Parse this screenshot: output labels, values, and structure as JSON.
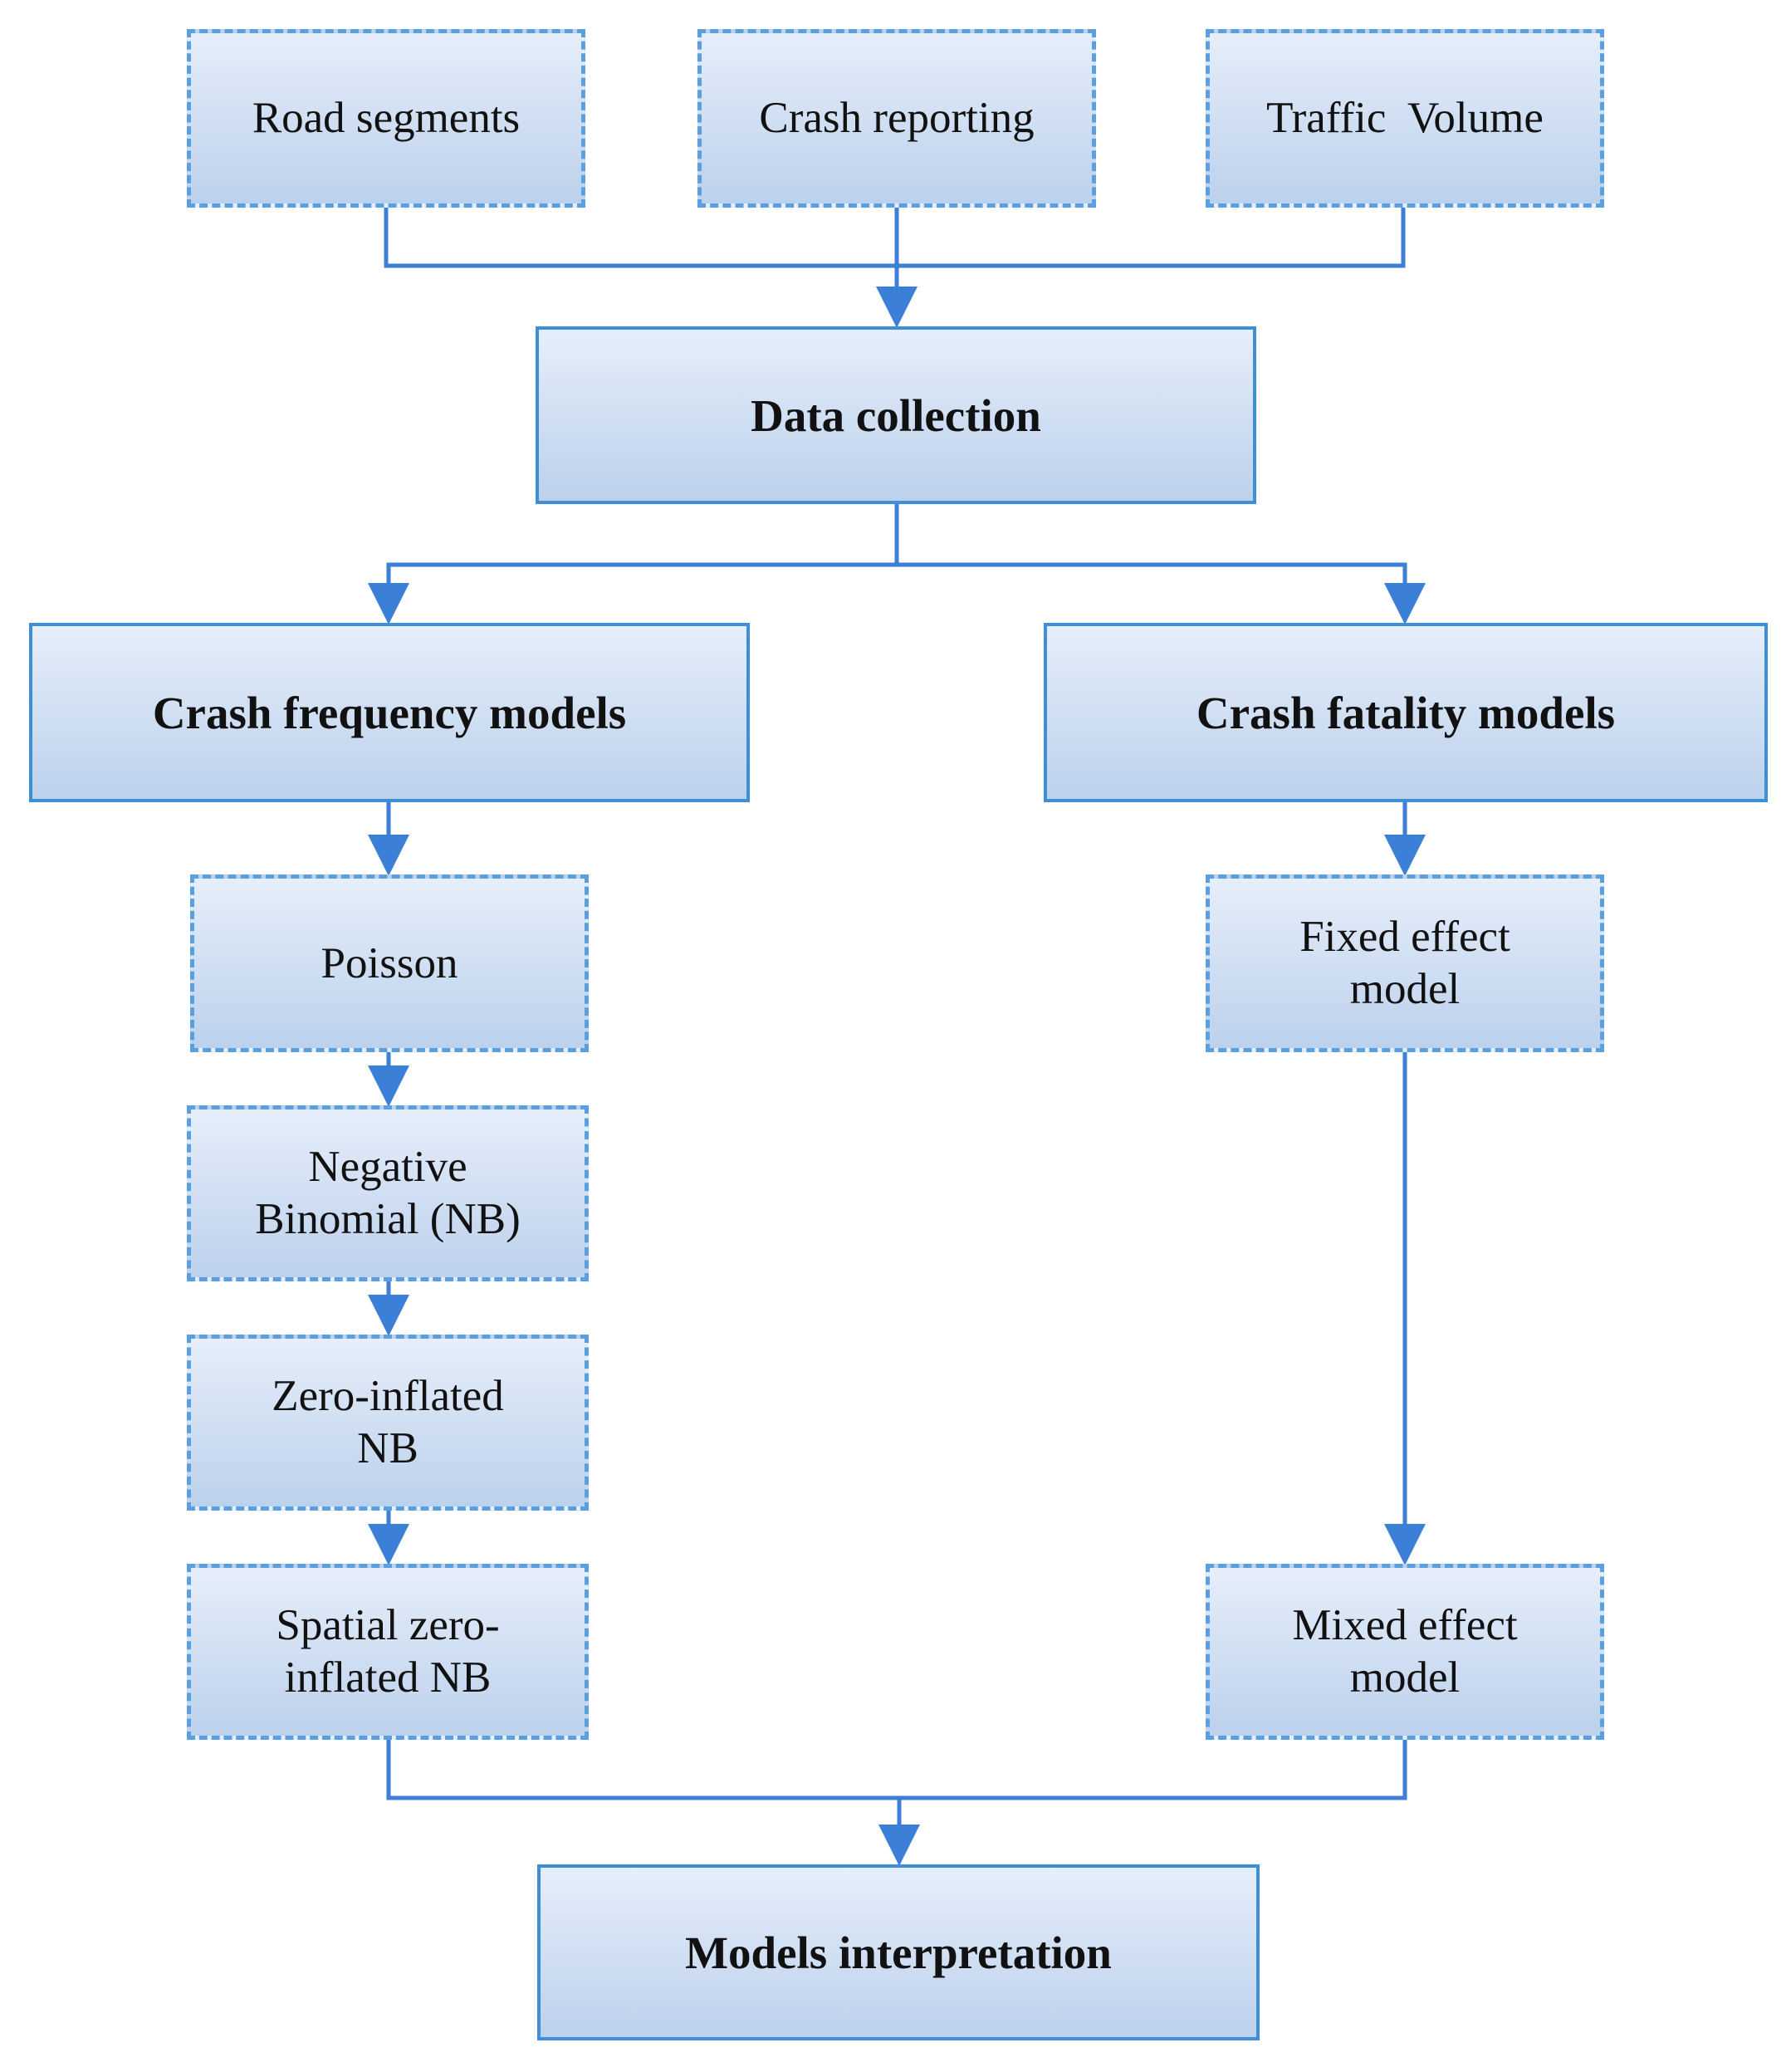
{
  "colors": {
    "border": "#3d8fd8",
    "line": "#3b7fd6",
    "fill_top": "#e6eefa",
    "fill_bottom": "#bcd1ec"
  },
  "nodes": {
    "road_segments": "Road segments",
    "crash_reporting": "Crash reporting",
    "traffic_volume": "Traffic  Volume",
    "data_collection": "Data collection",
    "crash_frequency_models": "Crash frequency models",
    "crash_fatality_models": "Crash fatality models",
    "poisson": "Poisson",
    "negative_binomial": "Negative\nBinomial (NB)",
    "zero_inflated_nb": "Zero-inflated\nNB",
    "spatial_zero_inflated_nb": "Spatial zero-\ninflated NB",
    "fixed_effect_model": "Fixed effect\nmodel",
    "mixed_effect_model": "Mixed effect\nmodel",
    "models_interpretation": "Models interpretation"
  },
  "edges": [
    [
      "road_segments",
      "data_collection"
    ],
    [
      "crash_reporting",
      "data_collection"
    ],
    [
      "traffic_volume",
      "data_collection"
    ],
    [
      "data_collection",
      "crash_frequency_models"
    ],
    [
      "data_collection",
      "crash_fatality_models"
    ],
    [
      "crash_frequency_models",
      "poisson"
    ],
    [
      "poisson",
      "negative_binomial"
    ],
    [
      "negative_binomial",
      "zero_inflated_nb"
    ],
    [
      "zero_inflated_nb",
      "spatial_zero_inflated_nb"
    ],
    [
      "crash_fatality_models",
      "fixed_effect_model"
    ],
    [
      "fixed_effect_model",
      "mixed_effect_model"
    ],
    [
      "spatial_zero_inflated_nb",
      "models_interpretation"
    ],
    [
      "mixed_effect_model",
      "models_interpretation"
    ]
  ]
}
